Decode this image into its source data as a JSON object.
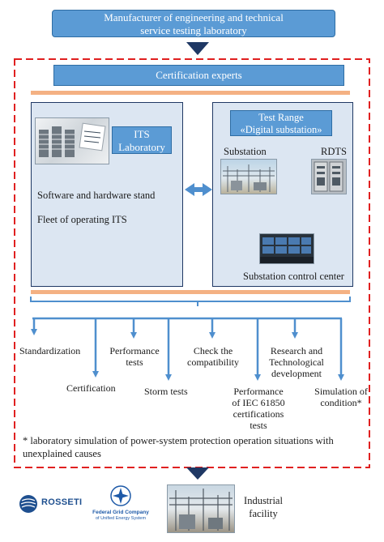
{
  "manufacturer": {
    "line1": "Manufacturer of engineering and technical",
    "line2": "service testing laboratory"
  },
  "certification_experts": "Certification experts",
  "its_lab": {
    "line1": "ITS",
    "line2": "Laboratory"
  },
  "left_items": [
    "Software and hardware stand",
    "Fleet of operating ITS"
  ],
  "test_range": {
    "line1": "Test Range",
    "line2": "«Digital substation»"
  },
  "substation_label": "Substation",
  "rdts_label": "RDTS",
  "control_center_label": "Substation control center",
  "outcomes": {
    "standardization": "Standardization",
    "certification": "Certification",
    "performance_tests": {
      "line1": "Performance",
      "line2": "tests"
    },
    "storm_tests": "Storm tests",
    "compatibility": {
      "line1": "Check the",
      "line2": "compatibility"
    },
    "iec": {
      "line1": "Performance",
      "line2": "of IEC 61850",
      "line3": "certifications",
      "line4": "tests"
    },
    "research": {
      "line1": "Research and",
      "line2": "Technological",
      "line3": "development"
    },
    "simulation": {
      "line1": "Simulation of",
      "line2": "condition*"
    }
  },
  "footnote": {
    "line1": "* laboratory simulation of power-system protection operation situations with",
    "line2": "unexplained causes"
  },
  "logos": {
    "rosseti": "ROSSETI",
    "fgc_line1": "Federal Grid Company",
    "fgc_line2": "of Unified Energy System"
  },
  "industrial": {
    "line1": "Industrial",
    "line2": "facility"
  },
  "colors": {
    "accent_blue": "#5b9bd5",
    "arrow_blue": "#4f8fce",
    "dashed_red": "#e02020",
    "orange_bar": "#f4b183",
    "panel_fill": "#dce6f2",
    "navy": "#1f3864"
  }
}
